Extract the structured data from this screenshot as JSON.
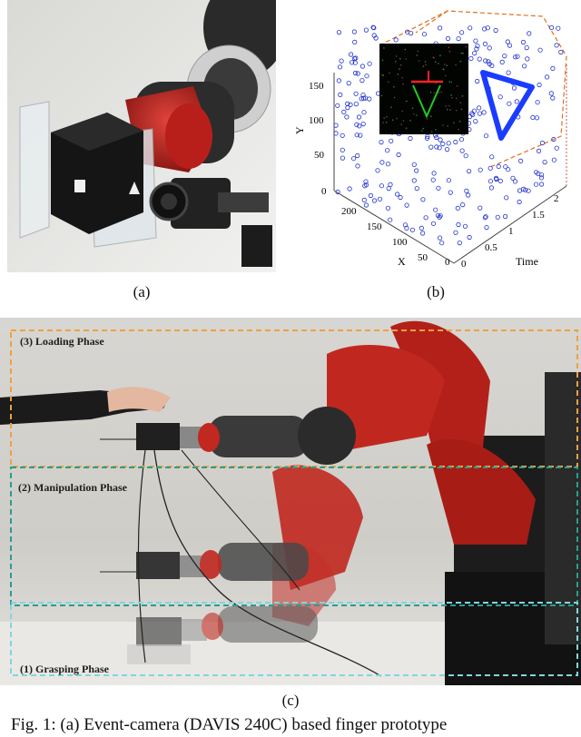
{
  "panels": {
    "a": {
      "label": "(a)"
    },
    "b": {
      "label": "(b)"
    },
    "c": {
      "label": "(c)"
    }
  },
  "phases": [
    {
      "label": "(3) Loading Phase",
      "color": "#f0a040"
    },
    {
      "label": "(2) Manipulation Phase",
      "color": "#2a9d8f"
    },
    {
      "label": "(1) Grasping Phase",
      "color": "#7fd6e0"
    }
  ],
  "chart_data": {
    "type": "scatter",
    "title": "",
    "xlabel": "X",
    "ylabel": "Y",
    "zlabel": "Time",
    "x_ticks": [
      "0",
      "50",
      "100",
      "150",
      "200"
    ],
    "y_ticks": [
      "0",
      "50",
      "100",
      "150"
    ],
    "time_ticks": [
      "0",
      "0.5",
      "1",
      "1.5",
      "2"
    ],
    "point_color": "#2233cc",
    "trace_color": "#1a3cff"
  },
  "caption": "Fig. 1: (a) Event-camera (DAVIS 240C) based finger prototype"
}
